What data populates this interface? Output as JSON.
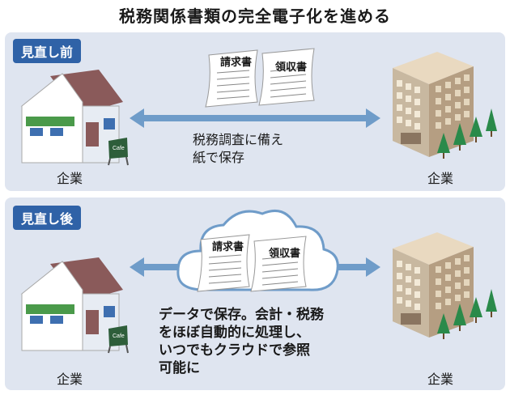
{
  "title": "税務関係書類の完全電子化を進める",
  "before": {
    "badge": "見直し前",
    "doc1": "請求書",
    "doc2": "領収書",
    "left_label": "企業",
    "right_label": "企業",
    "caption_line1": "税務調査に備え",
    "caption_line2": "紙で保存"
  },
  "after": {
    "badge": "見直し後",
    "doc1": "請求書",
    "doc2": "領収書",
    "left_label": "企業",
    "right_label": "企業",
    "caption_line1": "データで保存。会計・税務",
    "caption_line2": "をほぼ自動的に処理し、",
    "caption_line3": "いつでもクラウドで参照",
    "caption_line4": "可能に"
  },
  "cafe_sign": "Cafe",
  "colors": {
    "panel_bg": "#dfe5f0",
    "badge_bg": "#2f62a7",
    "arrow": "#6f9cc9",
    "roof": "#8a5a5a",
    "awning": "#4a9a4a",
    "building": "#c8b8a0",
    "tree": "#2a8a4a"
  }
}
